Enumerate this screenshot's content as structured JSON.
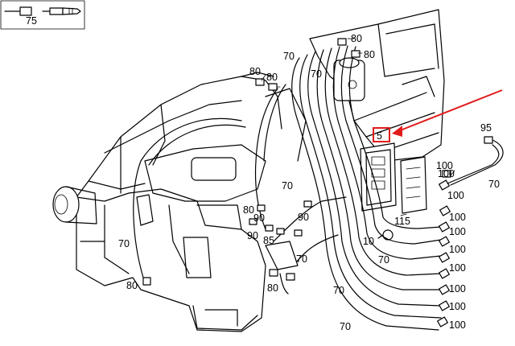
{
  "inset": {
    "label": "75"
  },
  "highlight": {
    "label": "5",
    "color": "#e11b1b"
  },
  "callouts": {
    "c80a": "80",
    "c80b": "80",
    "c70a": "70",
    "c80c": "80",
    "c80d": "80",
    "c70b": "70",
    "c95": "95",
    "c100a": "100",
    "c70c": "70",
    "c100b": "100",
    "c70d": "70",
    "c80e": "80",
    "c90a": "90",
    "c90b": "90",
    "c85": "85",
    "c90c": "90",
    "c115": "115",
    "c10": "10",
    "c100c": "100",
    "c100d": "100",
    "c100e": "100",
    "c100f": "100",
    "c100g": "100",
    "c100h": "100",
    "c100i": "100",
    "c100j": "100",
    "c70e": "70",
    "c70f": "70",
    "c80f": "80",
    "c80g": "80",
    "c70g": "70",
    "c70h": "70",
    "c70i": "70"
  }
}
